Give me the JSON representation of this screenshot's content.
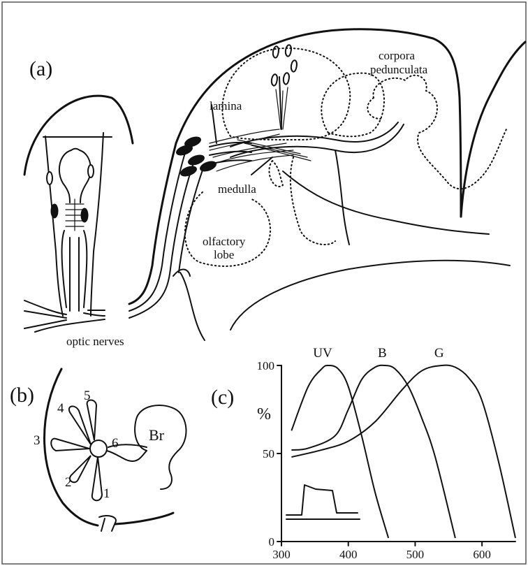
{
  "panel_a": {
    "label": "(a)",
    "lamina": "lamina",
    "medulla": "medulla",
    "olfactory_lobe_1": "olfactory",
    "olfactory_lobe_2": "lobe",
    "corpora_1": "corpora",
    "corpora_2": "pedunculata",
    "optic_nerves": "optic nerves"
  },
  "panel_b": {
    "label": "(b)",
    "brain": "Br",
    "photoreceptors": [
      "1",
      "2",
      "3",
      "4",
      "5",
      "6"
    ]
  },
  "panel_c": {
    "label": "(c)",
    "y_unit": "%",
    "series_labels": [
      "UV",
      "B",
      "G"
    ]
  },
  "chart_data": {
    "type": "line",
    "xlabel": "",
    "ylabel": "%",
    "x_ticks": [
      300,
      400,
      500,
      600
    ],
    "y_ticks": [
      0,
      50,
      100
    ],
    "xlim": [
      300,
      650
    ],
    "ylim": [
      0,
      100
    ],
    "series": [
      {
        "name": "UV",
        "x": [
          315,
          340,
          360,
          370,
          385,
          400,
          420,
          440,
          460
        ],
        "y": [
          63,
          88,
          98,
          100,
          98,
          88,
          60,
          28,
          2
        ]
      },
      {
        "name": "B",
        "x": [
          315,
          340,
          380,
          400,
          420,
          440,
          455,
          470,
          490,
          510,
          530,
          560
        ],
        "y": [
          52,
          53,
          60,
          75,
          92,
          99,
          100,
          98,
          88,
          70,
          48,
          2
        ]
      },
      {
        "name": "G",
        "x": [
          315,
          360,
          400,
          440,
          480,
          510,
          540,
          560,
          580,
          600,
          625,
          650
        ],
        "y": [
          48,
          52,
          57,
          68,
          86,
          97,
          100,
          99,
          93,
          80,
          45,
          2
        ]
      }
    ]
  }
}
